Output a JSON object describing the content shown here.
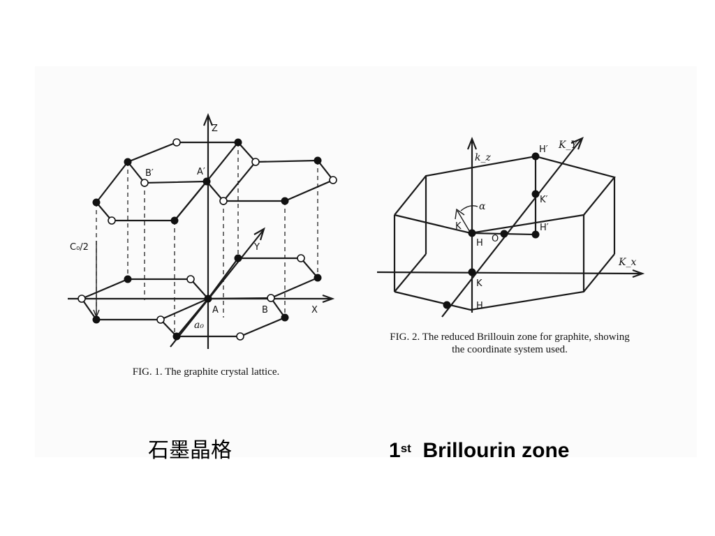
{
  "fig1": {
    "caption": "FIG. 1. The graphite crystal lattice.",
    "labels": {
      "z": "Z",
      "y": "Y",
      "x": "X",
      "a": "A",
      "b": "B",
      "a_prime": "A′",
      "b_prime": "B′",
      "c0": "C₀/2",
      "a0": "a₀"
    }
  },
  "fig2": {
    "caption_line1": "FIG. 2. The reduced Brillouin zone for graphite, showing",
    "caption_line2": "the coordinate system used.",
    "labels": {
      "kz": "k_z",
      "ky": "K_Y",
      "kx": "K_x",
      "h_prime_top": "H′",
      "k_prime": "K′",
      "h_prime_mid": "H′",
      "alpha": "α",
      "k_arrow": "K",
      "h_mid": "H",
      "o": "O",
      "k_low": "K",
      "h_low": "H"
    }
  },
  "bottom": {
    "left_text": "石墨晶格",
    "right_number": "1",
    "right_sup": "st",
    "right_text": "Brillourin zone"
  }
}
